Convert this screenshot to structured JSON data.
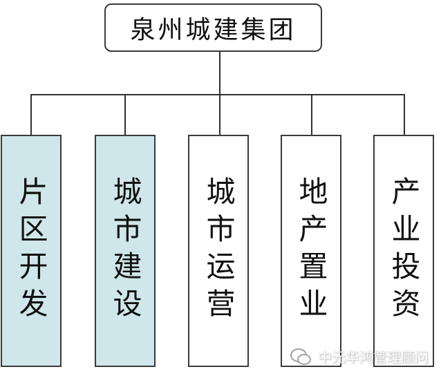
{
  "diagram": {
    "root": {
      "label": "泉州城建集团"
    },
    "children": [
      {
        "label": "片区开发",
        "fill": "#cfe6ea"
      },
      {
        "label": "城市建设",
        "fill": "#cfe6ea"
      },
      {
        "label": "城市运营",
        "fill": "#ffffff"
      },
      {
        "label": "地产置业",
        "fill": "#ffffff"
      },
      {
        "label": "产业投资",
        "fill": "#ffffff"
      }
    ]
  },
  "watermark": {
    "text": "中元华鸿管理顾问",
    "icon": "wechat-icon"
  },
  "colors": {
    "line": "#2f2f2f",
    "highlight": "#cfe6ea"
  }
}
